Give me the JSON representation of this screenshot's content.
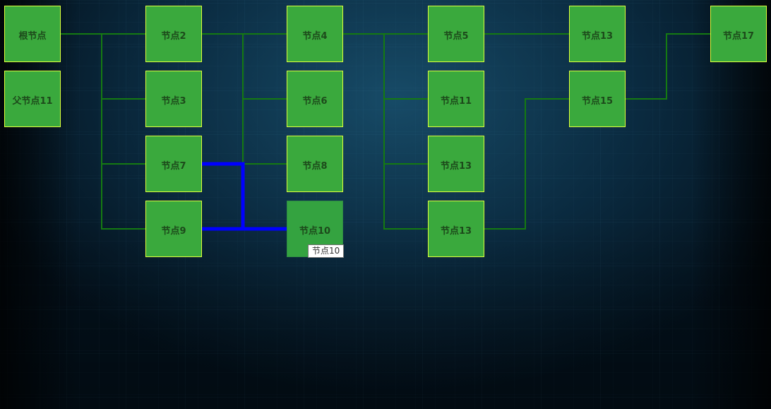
{
  "colors": {
    "node_fill": "#3aa93d",
    "node_border": "#dfff3c",
    "node_text": "#1d4a1b",
    "edge": "#157a12",
    "highlight_edge": "#0000ff"
  },
  "nodes": [
    {
      "id": "root",
      "label": "根节点"
    },
    {
      "id": "p11",
      "label": "父节点11"
    },
    {
      "id": "n2",
      "label": "节点2"
    },
    {
      "id": "n3",
      "label": "节点3"
    },
    {
      "id": "n7",
      "label": "节点7"
    },
    {
      "id": "n9",
      "label": "节点9"
    },
    {
      "id": "n4",
      "label": "节点4"
    },
    {
      "id": "n6",
      "label": "节点6"
    },
    {
      "id": "n8",
      "label": "节点8"
    },
    {
      "id": "n10",
      "label": "节点10"
    },
    {
      "id": "n5",
      "label": "节点5"
    },
    {
      "id": "n11",
      "label": "节点11"
    },
    {
      "id": "n13a",
      "label": "节点13"
    },
    {
      "id": "n13b",
      "label": "节点13"
    },
    {
      "id": "n13c",
      "label": "节点13"
    },
    {
      "id": "n15",
      "label": "节点15"
    },
    {
      "id": "n17",
      "label": "节点17"
    }
  ],
  "edges": [
    {
      "from": "root",
      "to": "n2"
    },
    {
      "from": "root",
      "to": "n3"
    },
    {
      "from": "root",
      "to": "n7"
    },
    {
      "from": "root",
      "to": "n9"
    },
    {
      "from": "n2",
      "to": "n4"
    },
    {
      "from": "n2",
      "to": "n6"
    },
    {
      "from": "n2",
      "to": "n8"
    },
    {
      "from": "n7",
      "to": "n10",
      "highlight": true
    },
    {
      "from": "n9",
      "to": "n10",
      "highlight": true
    },
    {
      "from": "n4",
      "to": "n5"
    },
    {
      "from": "n4",
      "to": "n11"
    },
    {
      "from": "n4",
      "to": "n13b"
    },
    {
      "from": "n4",
      "to": "n13c"
    },
    {
      "from": "n5",
      "to": "n13a"
    },
    {
      "from": "n13c",
      "to": "n15"
    },
    {
      "from": "n15",
      "to": "n17"
    }
  ],
  "hovered_node": "n10",
  "tooltip": {
    "text": "节点10"
  }
}
